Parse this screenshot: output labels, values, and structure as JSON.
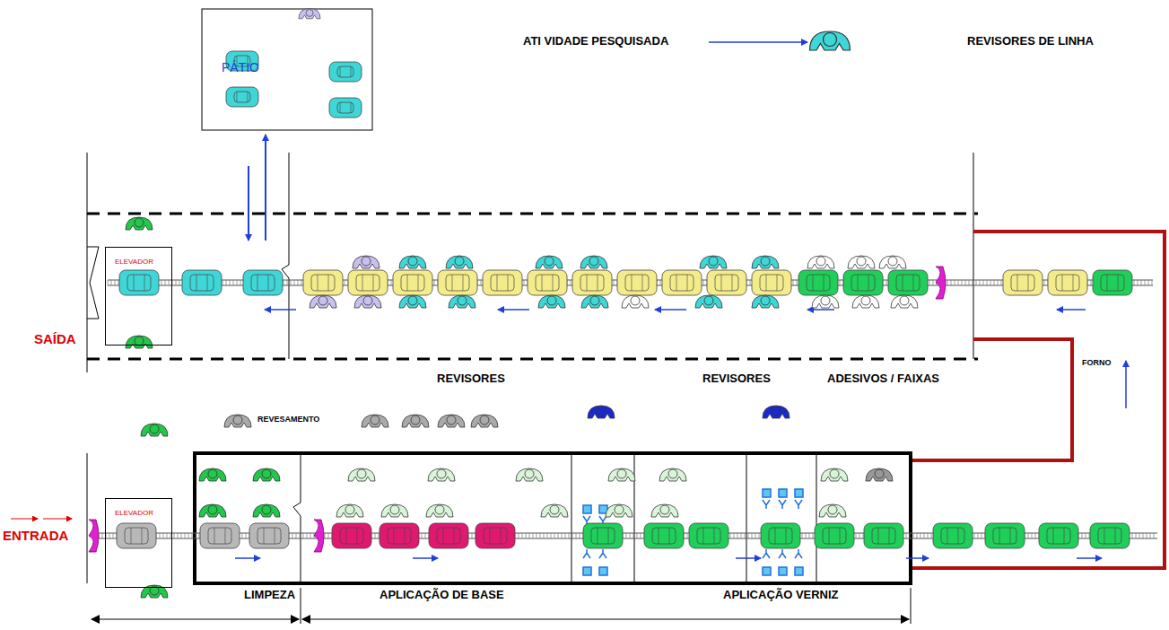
{
  "diagram": {
    "nodes": [
      {
        "text": [
          "PÁTIO"
        ]
      },
      {
        "text": [
          "ELEVADOR"
        ]
      },
      {
        "text": [
          "ELEVADOR"
        ]
      }
    ],
    "labels": [
      "ATI VIDADE PESQUISADA",
      "SAÍDA",
      "REVISORES",
      "REVISORES",
      "ADESIVOS / FAIXAS",
      "FORNO",
      "REVESAMENTO",
      "ENTRADA",
      "LIMPEZA",
      "APLICAÇÃO DE BASE",
      "APLICAÇÃO VERNIZ"
    ],
    "legend": [
      {
        "text": "REVISORES DE LINHA"
      }
    ]
  }
}
